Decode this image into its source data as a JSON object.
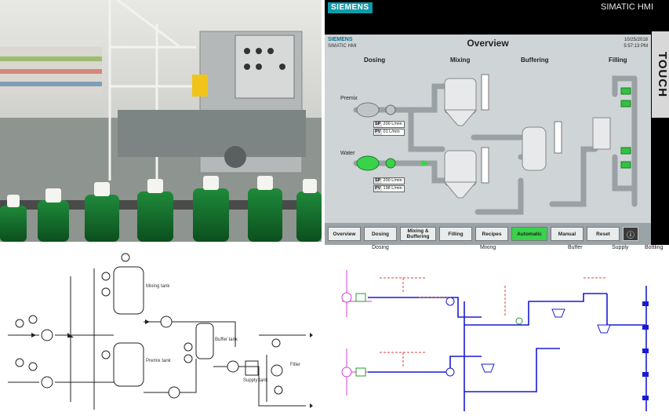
{
  "hmi": {
    "brand": "SIEMENS",
    "product": "SIMATIC HMI",
    "side_label": "TOUCH",
    "screen": {
      "brand": "SIEMENS",
      "brand_sub": "SIMATIC HMI",
      "title": "Overview",
      "date": "10/25/2018",
      "time": "5:57:13 PM",
      "sections": [
        "Dosing",
        "Mixing",
        "Buffering",
        "Filling"
      ],
      "inputs": [
        {
          "label": "Premix",
          "sp": "200 L/min",
          "pv": "01 L/min"
        },
        {
          "label": "Water",
          "sp": "200 L/min",
          "pv": "198 L/min"
        }
      ],
      "sp_label": "SP",
      "pv_label": "PV",
      "nav": [
        "Overview",
        "Dosing",
        "Mixing & Buffering",
        "Filling",
        "Recipes",
        "Automatic",
        "Manual",
        "Reset"
      ],
      "nav_active": "Automatic",
      "info_icon": "info-icon"
    },
    "colors": {
      "accent": "#0e9aa7",
      "active": "#39d24b",
      "valve": "#2fc33f",
      "screen_bg": "#cfd4d6"
    }
  },
  "pid_bw": {
    "labels": [
      "Mixing tank",
      "Premix tank",
      "Buffer tank",
      "Supply tank",
      "Filler"
    ]
  },
  "pid_color": {
    "columns": [
      "Dosing",
      "Mixing",
      "Buffer",
      "Supply",
      "Bottling"
    ]
  }
}
